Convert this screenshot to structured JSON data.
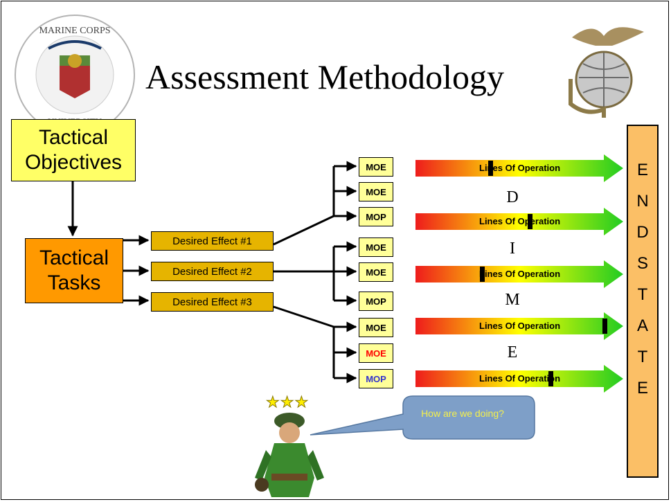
{
  "title": "Assessment Methodology",
  "logo_text": {
    "top": "MARINE CORPS",
    "bottom": "UNIVERSITY"
  },
  "objectives_label": "Tactical\nObjectives",
  "tasks_label": "Tactical\nTasks",
  "effects": [
    "Desired Effect #1",
    "Desired Effect #2",
    "Desired Effect #3"
  ],
  "measures": [
    {
      "label": "MOE",
      "color": "#000000"
    },
    {
      "label": "MOE",
      "color": "#000000"
    },
    {
      "label": "MOP",
      "color": "#000000"
    },
    {
      "label": "MOE",
      "color": "#000000"
    },
    {
      "label": "MOE",
      "color": "#000000"
    },
    {
      "label": "MOP",
      "color": "#000000"
    },
    {
      "label": "MOE",
      "color": "#000000"
    },
    {
      "label": "MOE",
      "color": "#ff0000"
    },
    {
      "label": "MOP",
      "color": "#3333cc"
    }
  ],
  "lines_of_operation": [
    {
      "label": "Lines Of Operation",
      "progress": 0.35
    },
    {
      "label": "Lines Of Operation",
      "progress": 0.54
    },
    {
      "label": "Lines Of Operation",
      "progress": 0.31
    },
    {
      "label": "Lines Of Operation",
      "progress": 0.9
    },
    {
      "label": "Lines Of Operation",
      "progress": 0.64
    }
  ],
  "dime": [
    "D",
    "I",
    "M",
    "E"
  ],
  "endstate": [
    "E",
    "N",
    "D",
    "S",
    "T",
    "A",
    "T",
    "E"
  ],
  "callout": "How are we doing?",
  "stars": "★★★",
  "colors": {
    "objectives": "#ffff66",
    "tasks": "#ff9900",
    "effects": "#e6b400",
    "measures": "#ffff99",
    "endstate": "#fbbf66",
    "bubble": "#7e9fc8",
    "bubble_text": "#f6f04a"
  }
}
